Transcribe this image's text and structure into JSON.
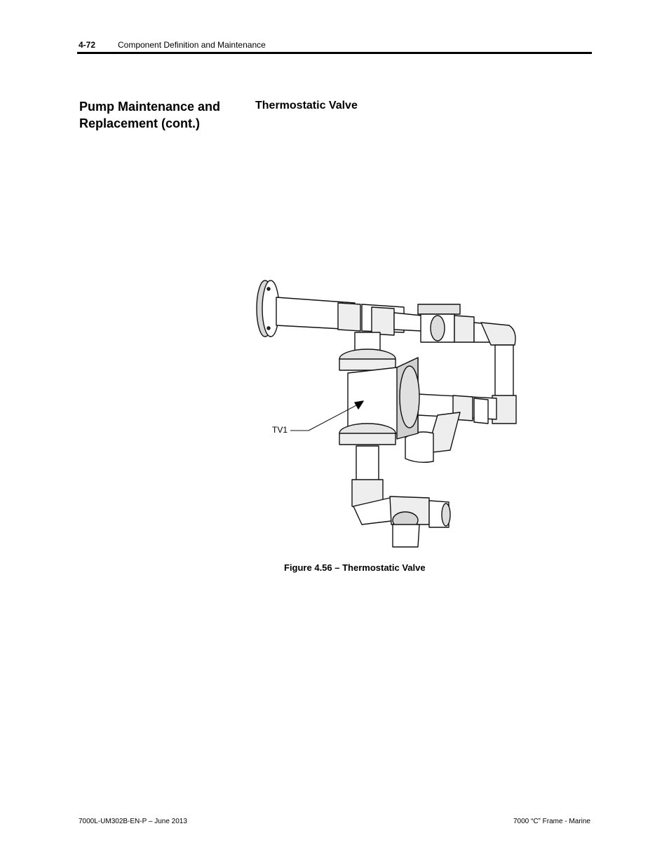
{
  "header": {
    "page_number": "4-72",
    "title": "Component Definition and Maintenance"
  },
  "section_heading": "Pump Maintenance and Replacement (cont.)",
  "sub_heading": "Thermostatic Valve",
  "figure": {
    "callout_label": "TV1",
    "caption": "Figure 4.56 – Thermostatic Valve"
  },
  "footer": {
    "left": "7000L-UM302B-EN-P – June 2013",
    "right": "7000 “C” Frame - Marine"
  }
}
